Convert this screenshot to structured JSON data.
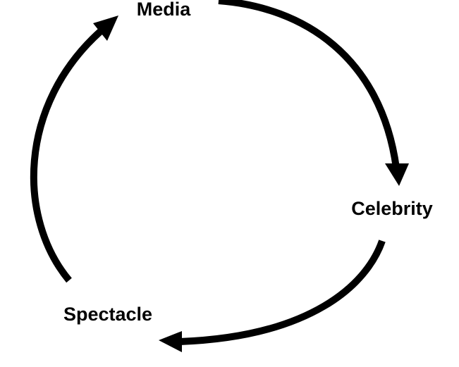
{
  "diagram": {
    "type": "cycle",
    "nodes": {
      "media": "Media",
      "celebrity": "Celebrity",
      "spectacle": "Spectacle"
    },
    "edges": [
      {
        "from": "Media",
        "to": "Celebrity"
      },
      {
        "from": "Celebrity",
        "to": "Spectacle"
      },
      {
        "from": "Spectacle",
        "to": "Media"
      }
    ],
    "colors": {
      "arrow": "#000000",
      "text": "#000000",
      "background": "#ffffff"
    }
  }
}
